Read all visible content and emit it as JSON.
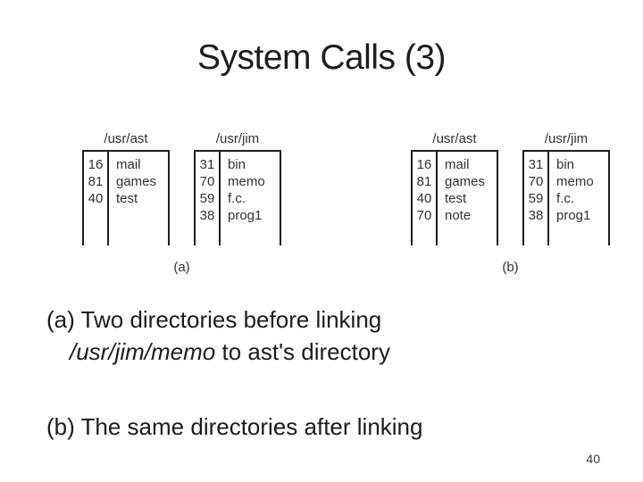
{
  "slide": {
    "title": "System Calls (3)",
    "page_number": "40"
  },
  "colors": {
    "background": "#ffffff",
    "title_ink": "#1c1c1c",
    "figure_ink": "#333333",
    "figure_border": "#1f1f1f"
  },
  "figure": {
    "groups": [
      {
        "label": "(a)",
        "tables": [
          {
            "path": "/usr/ast",
            "rows": [
              {
                "inode": "16",
                "name": "mail"
              },
              {
                "inode": "81",
                "name": "games"
              },
              {
                "inode": "40",
                "name": "test"
              }
            ]
          },
          {
            "path": "/usr/jim",
            "rows": [
              {
                "inode": "31",
                "name": "bin"
              },
              {
                "inode": "70",
                "name": "memo"
              },
              {
                "inode": "59",
                "name": "f.c."
              },
              {
                "inode": "38",
                "name": "prog1"
              }
            ]
          }
        ]
      },
      {
        "label": "(b)",
        "tables": [
          {
            "path": "/usr/ast",
            "rows": [
              {
                "inode": "16",
                "name": "mail"
              },
              {
                "inode": "81",
                "name": "games"
              },
              {
                "inode": "40",
                "name": "test"
              },
              {
                "inode": "70",
                "name": "note"
              }
            ]
          },
          {
            "path": "/usr/jim",
            "rows": [
              {
                "inode": "31",
                "name": "bin"
              },
              {
                "inode": "70",
                "name": "memo"
              },
              {
                "inode": "59",
                "name": "f.c."
              },
              {
                "inode": "38",
                "name": "prog1"
              }
            ]
          }
        ]
      }
    ]
  },
  "captions": {
    "a_line1": "(a) Two directories before linking",
    "a_line2_italic": "/usr/jim/memo",
    "a_line2_rest": " to ast's directory",
    "b_line": "(b) The same directories after linking"
  }
}
